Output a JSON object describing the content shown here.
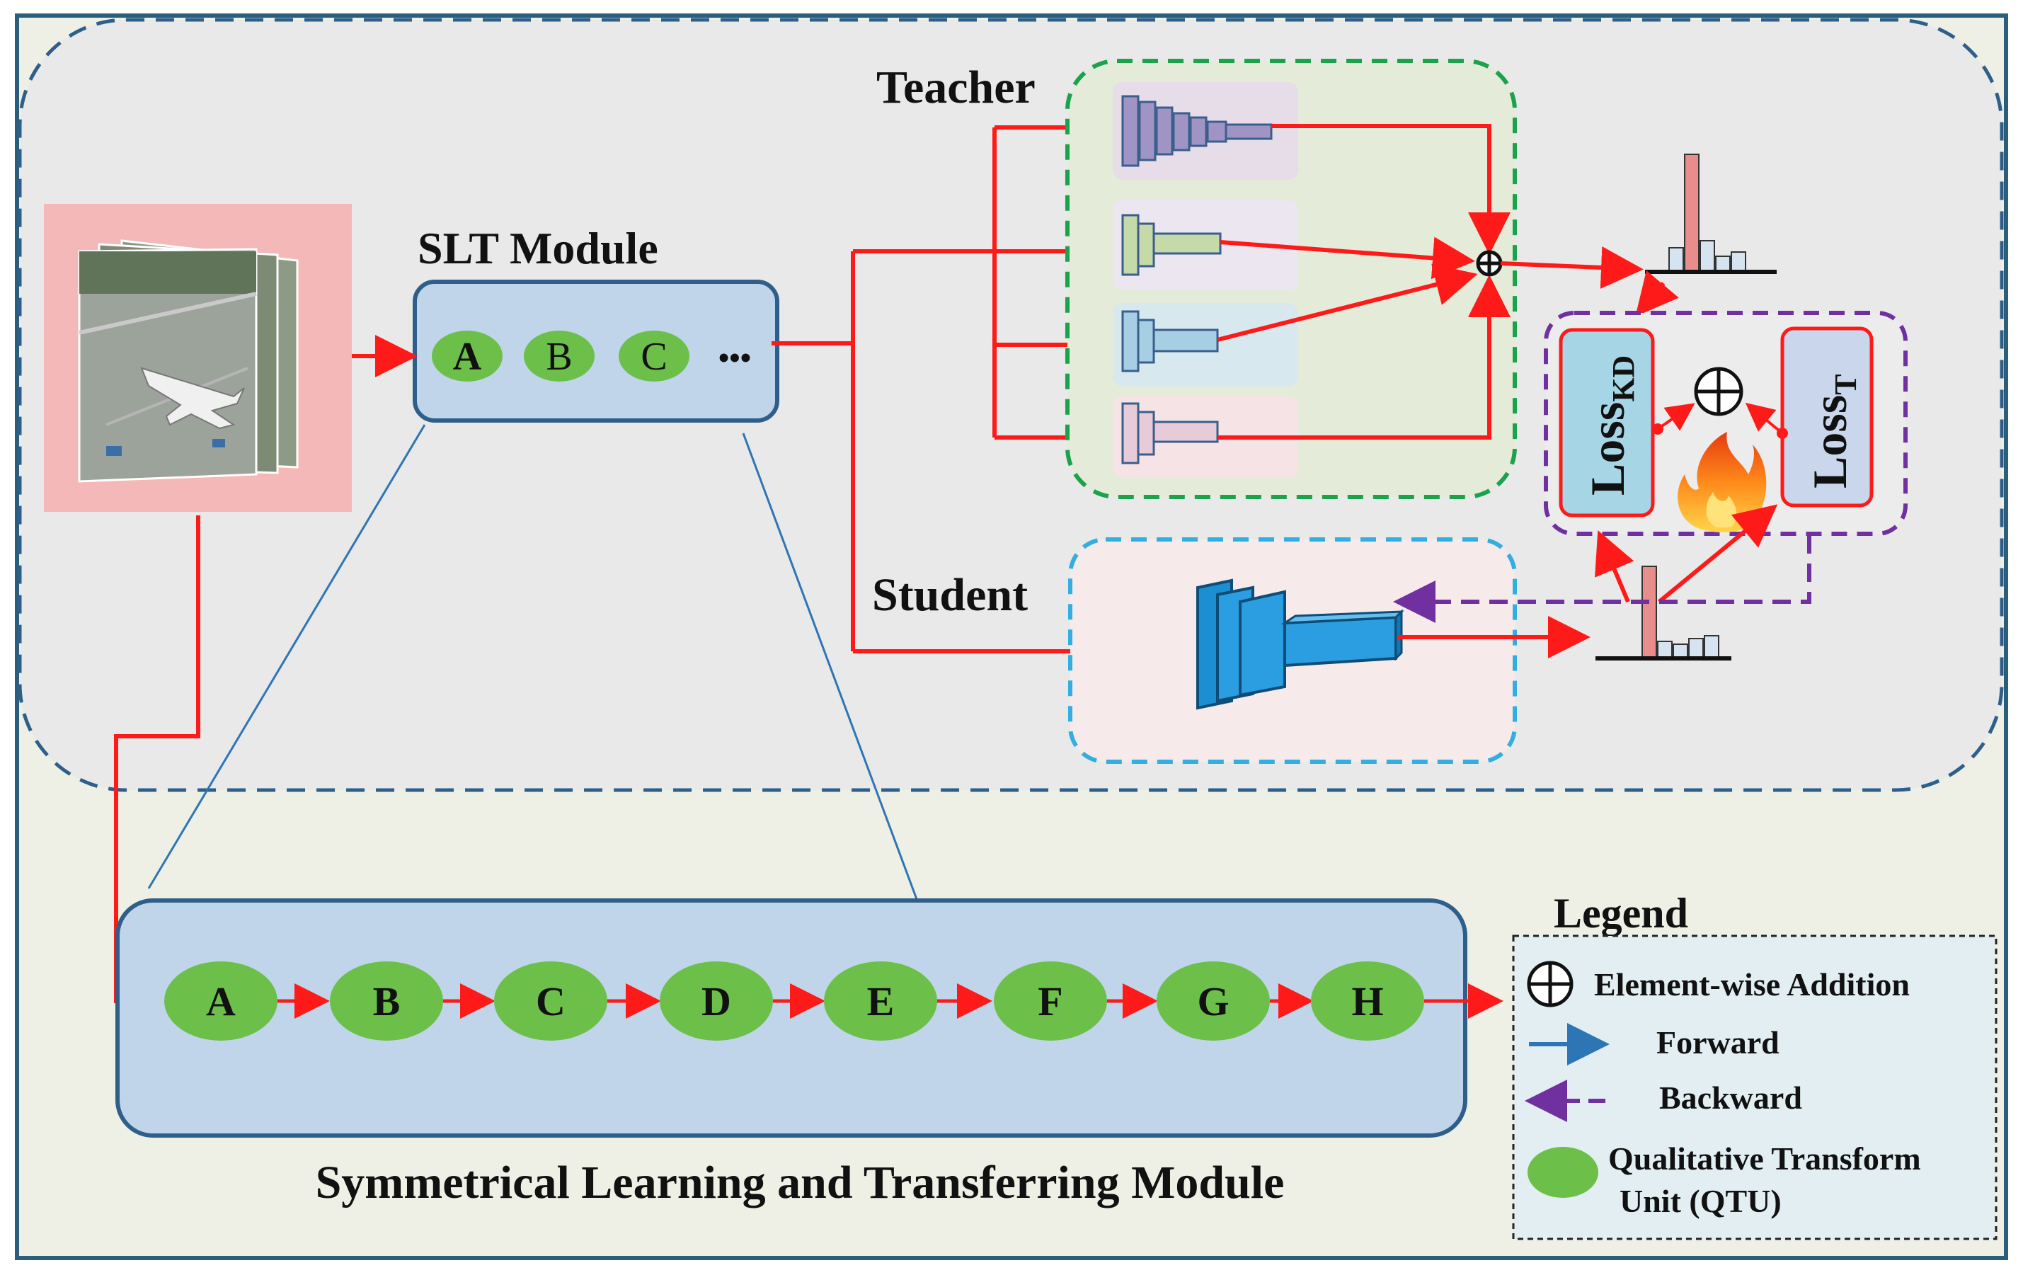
{
  "slt_module": {
    "title": "SLT Module",
    "units": [
      "A",
      "B",
      "C"
    ],
    "ellipsis": "•••"
  },
  "teacher": {
    "label": "Teacher"
  },
  "student": {
    "label": "Student"
  },
  "losses": {
    "kd_main": "Loss",
    "kd_sub": "KD",
    "t_main": "Loss",
    "t_sub": "T"
  },
  "symmetric_module": {
    "title": "Symmetrical Learning and Transferring Module",
    "units": [
      "A",
      "B",
      "C",
      "D",
      "E",
      "F",
      "G",
      "H"
    ]
  },
  "legend": {
    "title": "Legend",
    "addition": "Element-wise Addition",
    "forward": "Forward",
    "backward": "Backward",
    "qtu_line1": "Qualitative Transform",
    "qtu_line2": "Unit (QTU)"
  },
  "colors": {
    "arrow_red": "#ff1a1a",
    "backward_purple": "#7030a0",
    "qtu_green": "#6cc04a",
    "module_blue": "#c1d5ea",
    "outer_dash": "#2e5f8a",
    "teacher_dash": "#1aa34a",
    "student_dash": "#33aee0",
    "loss_dash": "#7030a0"
  }
}
